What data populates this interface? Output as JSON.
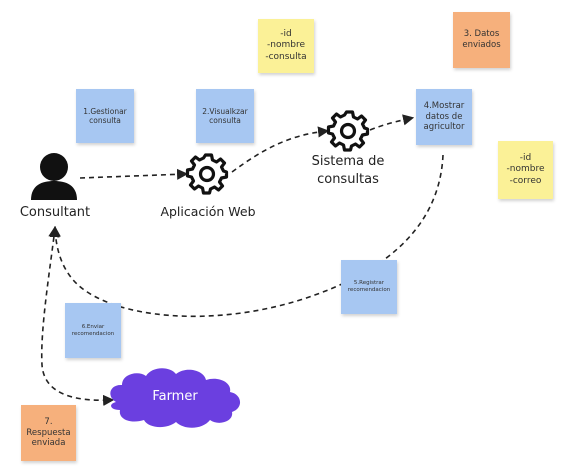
{
  "notes": {
    "gestionar": "1.Gestionar\nconsulta",
    "visualizar": "2.Visualkzar\nconsulta",
    "fields_consulta": "-id\n-nombre\n-consulta",
    "datos_enviados": "3. Datos\nenviados",
    "mostrar": "4.Mostrar\ndatos de\nagricultor",
    "fields_correo": "-id\n-nombre\n-correo",
    "registrar": "5.Registrar\nrecomendacion",
    "enviar": "6.Enviar\nrecomendacion",
    "respuesta": "7.\nRespuesta\nenviada"
  },
  "labels": {
    "consultant": "Consultant",
    "app_web": "Aplicación Web",
    "sistema_line1": "Sistema de",
    "sistema_line2": "consultas",
    "farmer": "Farmer"
  },
  "colors": {
    "blue_note": "#a7c7f2",
    "yellow_note": "#fbf197",
    "orange_note": "#f6b07c",
    "cloud": "#6b3fe0"
  },
  "icons": [
    "user-icon",
    "gear-icon",
    "gear-icon",
    "cloud-shape"
  ]
}
